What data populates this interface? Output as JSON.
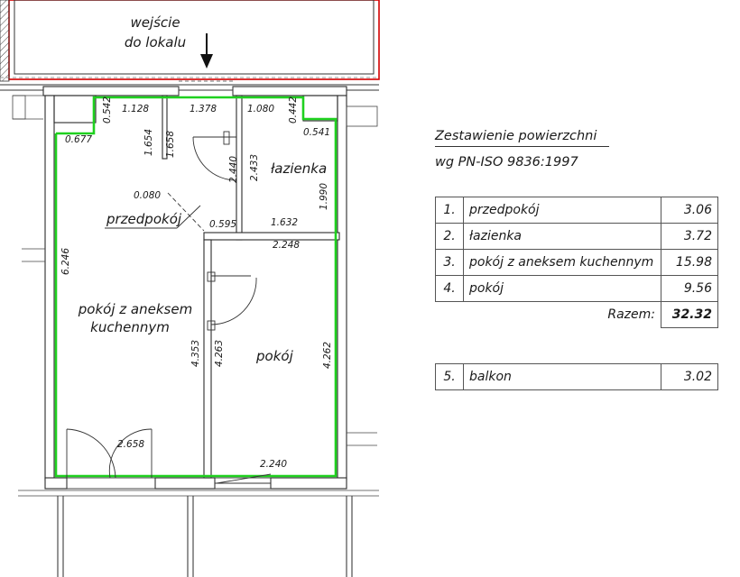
{
  "plan": {
    "entrance_line1": "wejście",
    "entrance_line2": "do lokalu",
    "room_labels": {
      "hall": "przedpokój",
      "bathroom": "łazienka",
      "living_line1": "pokój z aneksem",
      "living_line2": "kuchennym",
      "bedroom": "pokój"
    },
    "dimensions": {
      "d_0542": "0.542",
      "d_1128": "1.128",
      "d_1378": "1.378",
      "d_1080": "1.080",
      "d_0442": "0.442",
      "d_0677": "0.677",
      "d_0541": "0.541",
      "d_1654": "1.654",
      "d_1658": "1.658",
      "d_2440": "2.440",
      "d_2433": "2.433",
      "d_1990": "1.990",
      "d_0080": "0.080",
      "d_0595": "0.595",
      "d_1632": "1.632",
      "d_2248": "2.248",
      "d_6246": "6.246",
      "d_4353": "4.353",
      "d_4263": "4.263",
      "d_4262": "4.262",
      "d_2658": "2.658",
      "d_2240": "2.240"
    }
  },
  "summary": {
    "title_line1": "Zestawienie powierzchni",
    "title_line2": "wg PN-ISO 9836:1997",
    "rooms": [
      {
        "num": "1.",
        "name": "przedpokój",
        "area": "3.06"
      },
      {
        "num": "2.",
        "name": "łazienka",
        "area": "3.72"
      },
      {
        "num": "3.",
        "name": "pokój z aneksem kuchennym",
        "area": "15.98"
      },
      {
        "num": "4.",
        "name": "pokój",
        "area": "9.56"
      }
    ],
    "total_label": "Razem:",
    "total_value": "32.32",
    "balcony": {
      "num": "5.",
      "name": "balkon",
      "area": "3.02"
    }
  },
  "colors": {
    "outline_green": "#1fd11f",
    "corridor_red": "#d40000",
    "wall_fill": "#ffffff",
    "line": "#2a2a2a"
  }
}
